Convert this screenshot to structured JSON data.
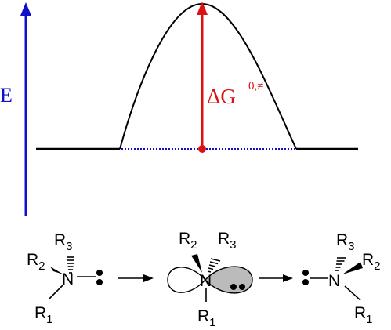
{
  "energy_axis": {
    "label": "E",
    "color": "#1010cc"
  },
  "barrier": {
    "label_main": "ΔG",
    "label_superscript": "0,≠",
    "color": "#dd1111"
  },
  "baseline": {
    "dotted_color": "#1010cc"
  },
  "molecules": {
    "left": {
      "center_atom": "N",
      "substituents": [
        {
          "base": "R",
          "sub": "3"
        },
        {
          "base": "R",
          "sub": "2"
        },
        {
          "base": "R",
          "sub": "1"
        }
      ]
    },
    "transition": {
      "center_atom": "N",
      "substituents": [
        {
          "base": "R",
          "sub": "2"
        },
        {
          "base": "R",
          "sub": "3"
        },
        {
          "base": "R",
          "sub": "1"
        }
      ]
    },
    "right": {
      "center_atom": "N",
      "substituents": [
        {
          "base": "R",
          "sub": "3"
        },
        {
          "base": "R",
          "sub": "2"
        },
        {
          "base": "R",
          "sub": "1"
        }
      ]
    }
  },
  "colors": {
    "line": "#000000",
    "orbital_shade": "#bbbbbb"
  }
}
